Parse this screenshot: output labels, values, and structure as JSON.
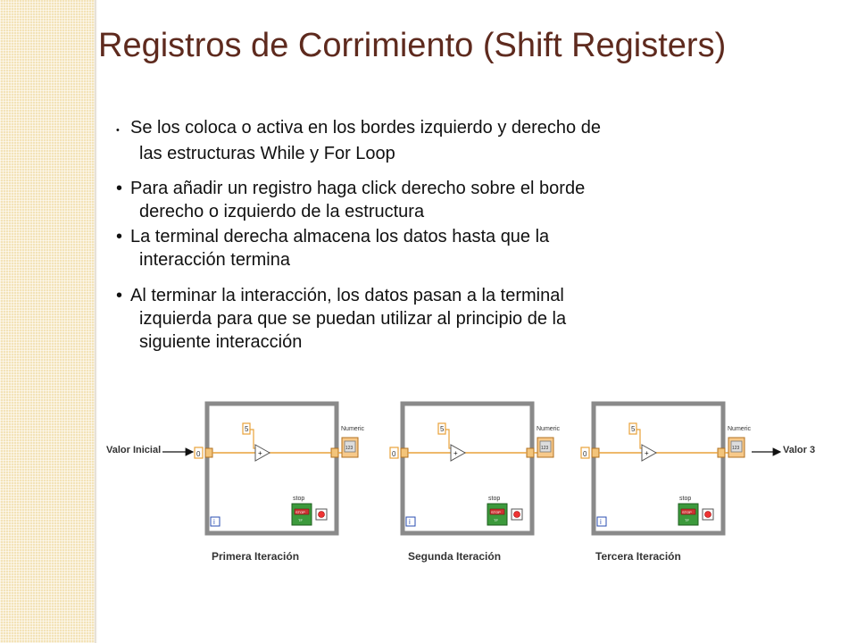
{
  "title": "Registros de Corrimiento (Shift Registers)",
  "bullets": [
    {
      "text": "Se los coloca o activa en los bordes izquierdo y derecho de",
      "text2": "las estructuras While y For Loop"
    },
    {
      "text": "Para añadir un registro haga click derecho sobre el borde",
      "text2": "derecho o izquierdo de la estructura"
    },
    {
      "text": "La terminal derecha almacena los datos hasta que la",
      "text2": "interacción termina"
    },
    {
      "text": "Al terminar la interacción, los datos pasan a la terminal",
      "text2": "izquierda para que se puedan utilizar al principio de la",
      "text3": "siguiente interacción"
    }
  ],
  "diagram": {
    "input_label": "Valor Inicial",
    "output_label": "Valor 3",
    "captions": [
      "Primera  Iteración",
      "Segunda Iteración",
      "Tercera Iteración"
    ],
    "loops": [
      {
        "init": "0",
        "constant": "5",
        "indicator_label": "Numeric",
        "indicator_value": "123",
        "stop_label": "stop",
        "stop_button": "STOP",
        "stop_tf": "TF",
        "iteration": "i"
      },
      {
        "init": "0",
        "constant": "5",
        "indicator_label": "Numeric",
        "indicator_value": "123",
        "stop_label": "stop",
        "stop_button": "STOP",
        "stop_tf": "TF",
        "iteration": "i"
      },
      {
        "init": "0",
        "constant": "5",
        "indicator_label": "Numeric",
        "indicator_value": "123",
        "stop_label": "stop",
        "stop_button": "STOP",
        "stop_tf": "TF",
        "iteration": "i"
      }
    ],
    "colors": {
      "wire": "#e8a23a",
      "loop_border": "#8a8a8a",
      "bool_green": "#3c9a3c",
      "title": "#5e2a1e"
    }
  }
}
